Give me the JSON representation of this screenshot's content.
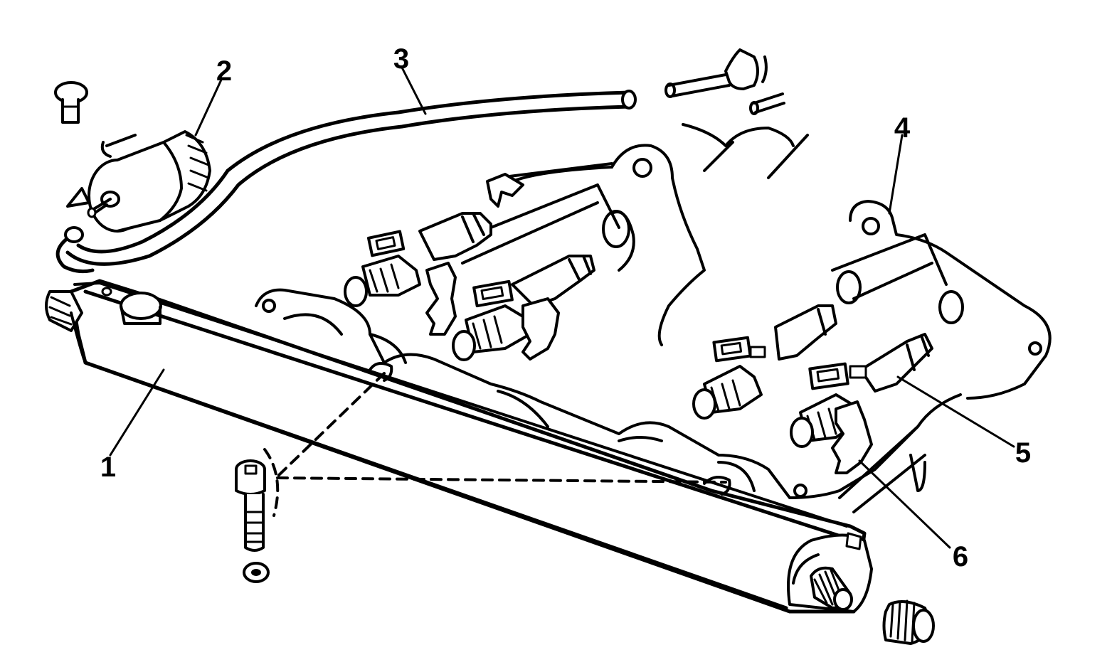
{
  "figure": {
    "callouts": [
      {
        "id": "fuel-rail",
        "label": "1"
      },
      {
        "id": "pressure-regulator",
        "label": "2"
      },
      {
        "id": "vacuum-hose",
        "label": "3"
      },
      {
        "id": "intake-manifold",
        "label": "4"
      },
      {
        "id": "injector",
        "label": "5"
      },
      {
        "id": "injector-clip",
        "label": "6"
      }
    ],
    "colors": {
      "ink": "#000000",
      "paper": "#ffffff"
    }
  }
}
